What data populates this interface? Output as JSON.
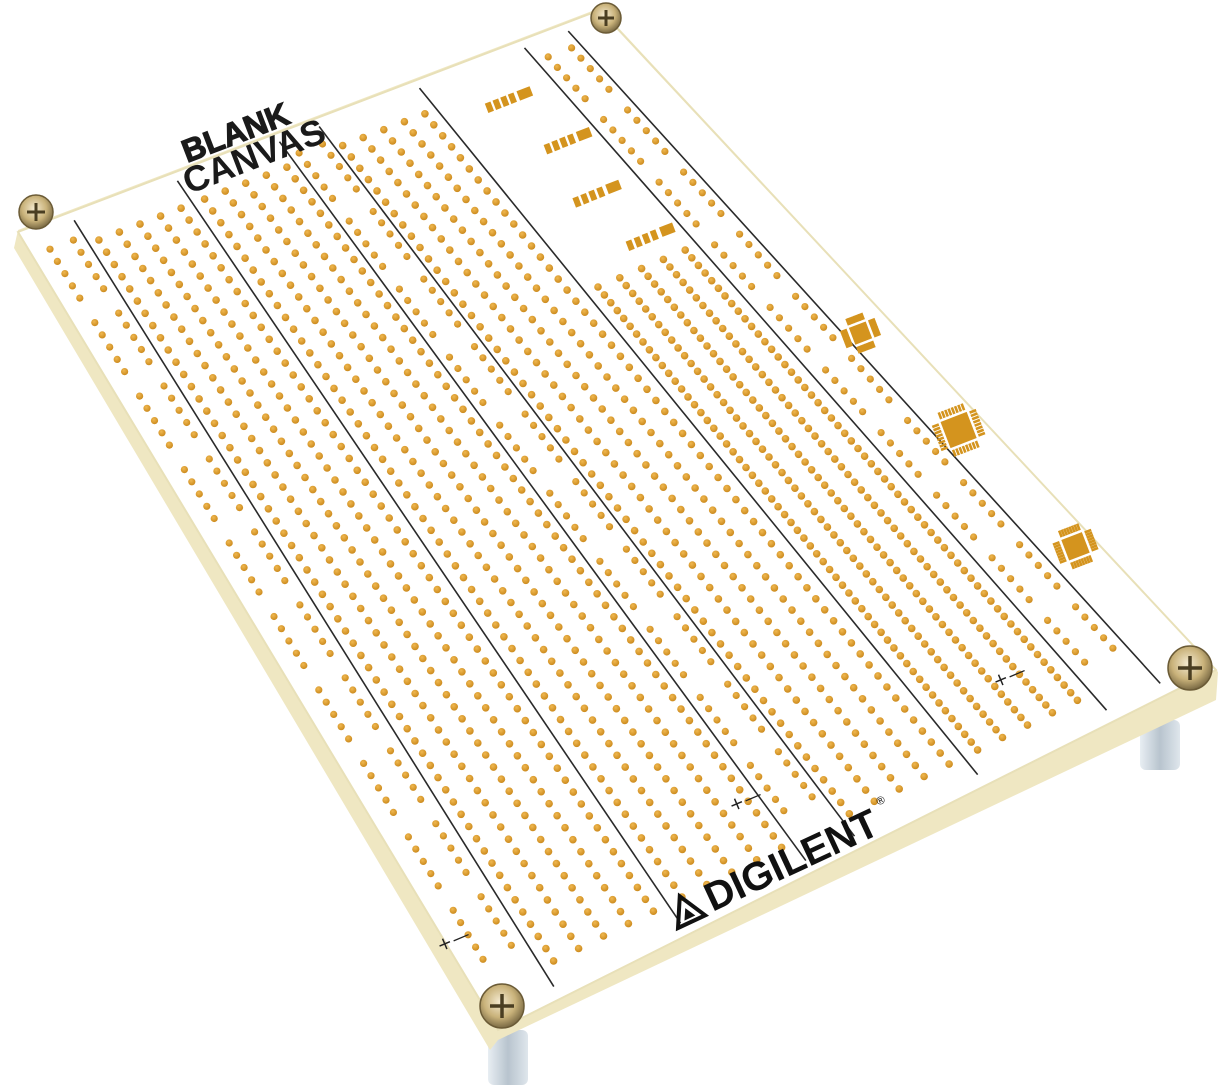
{
  "board": {
    "title_line1": "BLANK",
    "title_line2": "CANVAS",
    "brand": "DIGILENT",
    "registered_mark": "®",
    "rail_plus": "+",
    "rail_minus": "—",
    "pcb_color": "#ffffff",
    "pad_color": "#d4941e",
    "pad_edge_color": "#b87712",
    "edge_color": "#f2eccf",
    "line_color": "#2a2a2a",
    "standoff_color": "#c9d3dc",
    "screw_color": "#c9b27a"
  },
  "icons": {
    "logo": "digilent-triangle-logo",
    "screws": [
      "phillips-screw-icon",
      "phillips-screw-icon",
      "phillips-screw-icon",
      "phillips-screw-icon"
    ]
  }
}
